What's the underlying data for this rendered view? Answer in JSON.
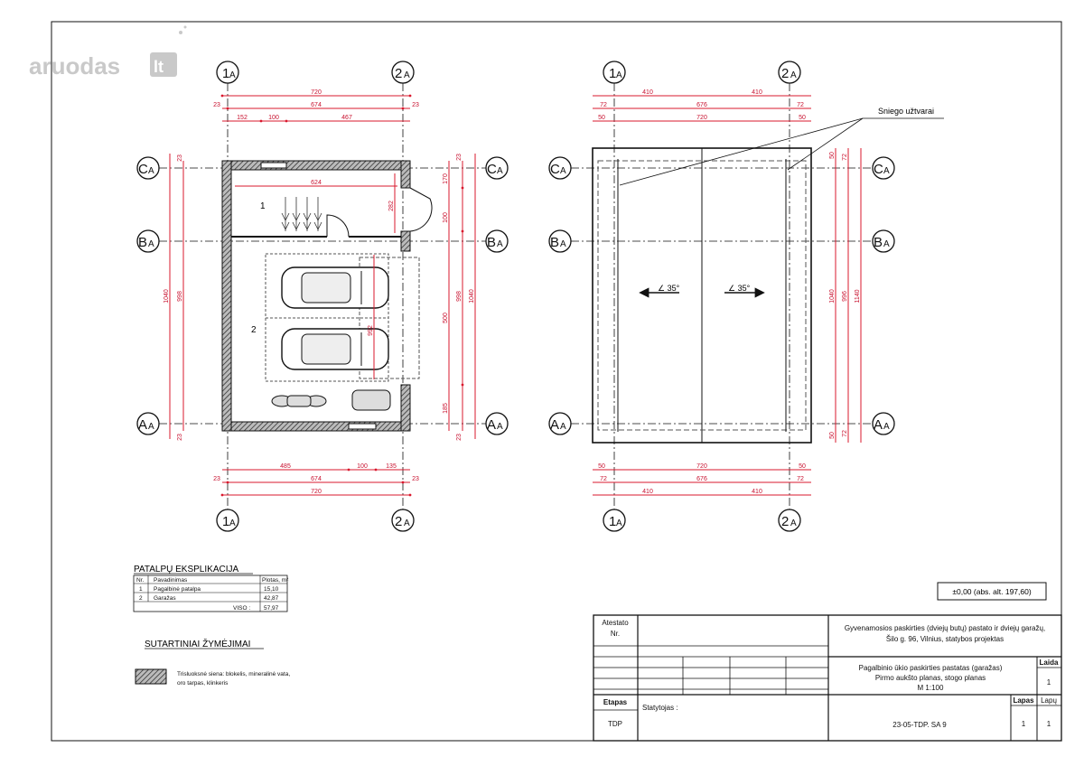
{
  "watermark": {
    "brand": "aruodas",
    "tld": "lt"
  },
  "axes": {
    "col1": {
      "main": "1",
      "sub": "A"
    },
    "col2": {
      "main": "2",
      "sub": "A"
    },
    "rowC": {
      "main": "C",
      "sub": "A"
    },
    "rowB": {
      "main": "B",
      "sub": "A"
    },
    "rowA": {
      "main": "A",
      "sub": "A"
    }
  },
  "plan": {
    "dims_top": [
      "720",
      "23",
      "674",
      "23",
      "152",
      "100",
      "467"
    ],
    "dims_bottom": [
      "485",
      "100",
      "135",
      "23",
      "674",
      "23",
      "720"
    ],
    "dims_left": [
      "1040",
      "998",
      "23",
      "23"
    ],
    "dims_right": [
      "170",
      "100",
      "500",
      "185",
      "998",
      "1040",
      "23",
      "23"
    ],
    "dims_inner": [
      "624",
      "282",
      "992"
    ],
    "room1": "1",
    "room2": "2"
  },
  "roof": {
    "dims_top": [
      "410",
      "410",
      "72",
      "676",
      "72",
      "50",
      "720",
      "50"
    ],
    "dims_bottom": [
      "50",
      "720",
      "50",
      "72",
      "676",
      "72",
      "410",
      "410"
    ],
    "dims_right": [
      "50",
      "72",
      "1040",
      "996",
      "1140",
      "50",
      "72"
    ],
    "slope_left": "∠ 35°",
    "slope_right": "∠ 35°",
    "callout": "Sniego užtvarai"
  },
  "room_table": {
    "title": "PATALPŲ EKSPLIKACIJA",
    "headers": [
      "Nr.",
      "Pavadinimas",
      "Plotas, m²"
    ],
    "rows": [
      {
        "nr": "1",
        "name": "Pagalbinė patalpa",
        "area": "15,10"
      },
      {
        "nr": "2",
        "name": "Garažas",
        "area": "42,87"
      }
    ],
    "total_label": "VISO :",
    "total": "57,97"
  },
  "legend": {
    "title": "SUTARTINIAI ŽYMĖJIMAI",
    "text1": "Trisluoksnė siena: blokelis, mineralinė vata,",
    "text2": "oro tarpas, klinkeris"
  },
  "elevation": "±0,00 (abs. alt. 197,60)",
  "title_block": {
    "atestato": "Atestato",
    "nr": "Nr.",
    "project": "Gyvenamosios paskirties (dviejų butų) pastato ir dviejų garažų,",
    "address": "Šilo g. 96, Vilnius, statybos projektas",
    "laida_label": "Laida",
    "laida": "1",
    "drawing1": "Pagalbinio ūkio paskirties pastatas (garažas)",
    "drawing2": "Pirmo aukšto planas, stogo planas",
    "scale": "M 1:100",
    "etapas_label": "Etapas",
    "etapas": "TDP",
    "statytojas": "Statytojas :",
    "code": "23-05-TDP. SA 9",
    "lapas_label": "Lapas",
    "lapu_label": "Lapų",
    "lapas": "1",
    "lapu": "1"
  }
}
